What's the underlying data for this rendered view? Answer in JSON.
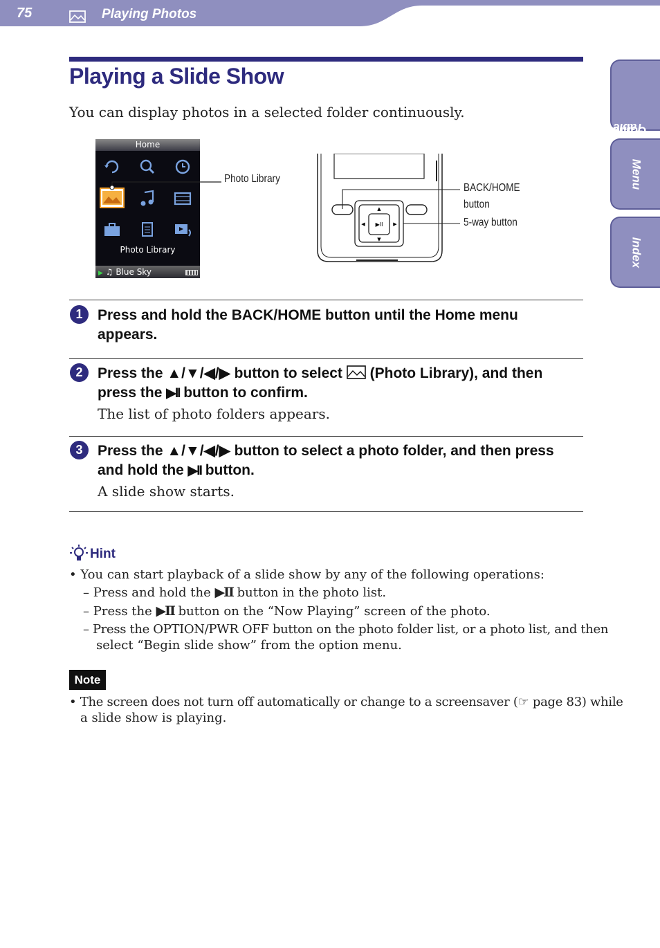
{
  "header": {
    "page_number": "75",
    "section_title": "Playing Photos",
    "accent_color": "#8f8fbf"
  },
  "title": "Playing a Slide Show",
  "intro": "You can display photos in a selected folder continuously.",
  "figure": {
    "screen_title": "Home",
    "screen_caption": "Photo Library",
    "screen_status": "♫ Blue Sky",
    "callout_photo_library": "Photo Library",
    "callout_back_home_1": "BACK/HOME",
    "callout_back_home_2": "button",
    "callout_5way": "5-way button"
  },
  "steps": [
    {
      "num": "1",
      "text": "Press and hold the BACK/HOME button until the Home menu appears.",
      "sub": ""
    },
    {
      "num": "2",
      "text_a": "Press the ▲/▼/◀/▶ button to select",
      "text_b": "(Photo Library), and then",
      "text_c": "press the",
      "text_d": "button to confirm.",
      "sub": "The list of photo folders appears."
    },
    {
      "num": "3",
      "text_a": "Press the ▲/▼/◀/▶ button to select a photo folder, and then press",
      "text_b": "and hold the",
      "text_c": "button.",
      "sub": "A slide show starts."
    }
  ],
  "hint": {
    "label": "Hint",
    "bullet": "You can start playback of a slide show by any of the following operations:",
    "items": [
      {
        "a": "Press and hold the",
        "b": "button in the photo list."
      },
      {
        "a": "Press the",
        "b": "button on the “Now Playing” screen of the photo."
      },
      {
        "a": "Press the OPTION/PWR OFF button on the photo folder list, or a photo list, and then",
        "b": "select “Begin slide show” from the option menu."
      }
    ]
  },
  "note": {
    "label": "Note",
    "line1_a": "The screen does not turn off automatically or change to a screensaver (",
    "line1_b": "page 83) while",
    "line2": "a slide show is playing."
  },
  "tabs": [
    {
      "line1": "Table of",
      "line2": "Contents"
    },
    {
      "line1": "Menu"
    },
    {
      "line1": "Index"
    }
  ],
  "glyphs": {
    "play_pause": "▶II",
    "dash": "–",
    "bullet": "•",
    "pointer": "☞"
  }
}
